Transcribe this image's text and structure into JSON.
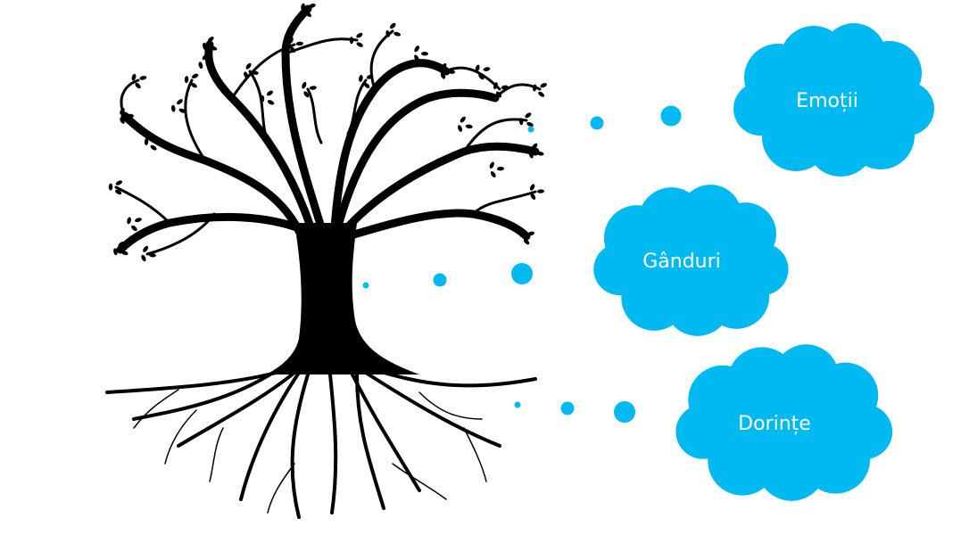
{
  "colors": {
    "cloud": "#00B9F1",
    "tree": "#000000"
  },
  "clouds": [
    {
      "id": "emotions",
      "label": "Emoții"
    },
    {
      "id": "thoughts",
      "label": "Gânduri"
    },
    {
      "id": "desires",
      "label": "Dorințe"
    }
  ]
}
